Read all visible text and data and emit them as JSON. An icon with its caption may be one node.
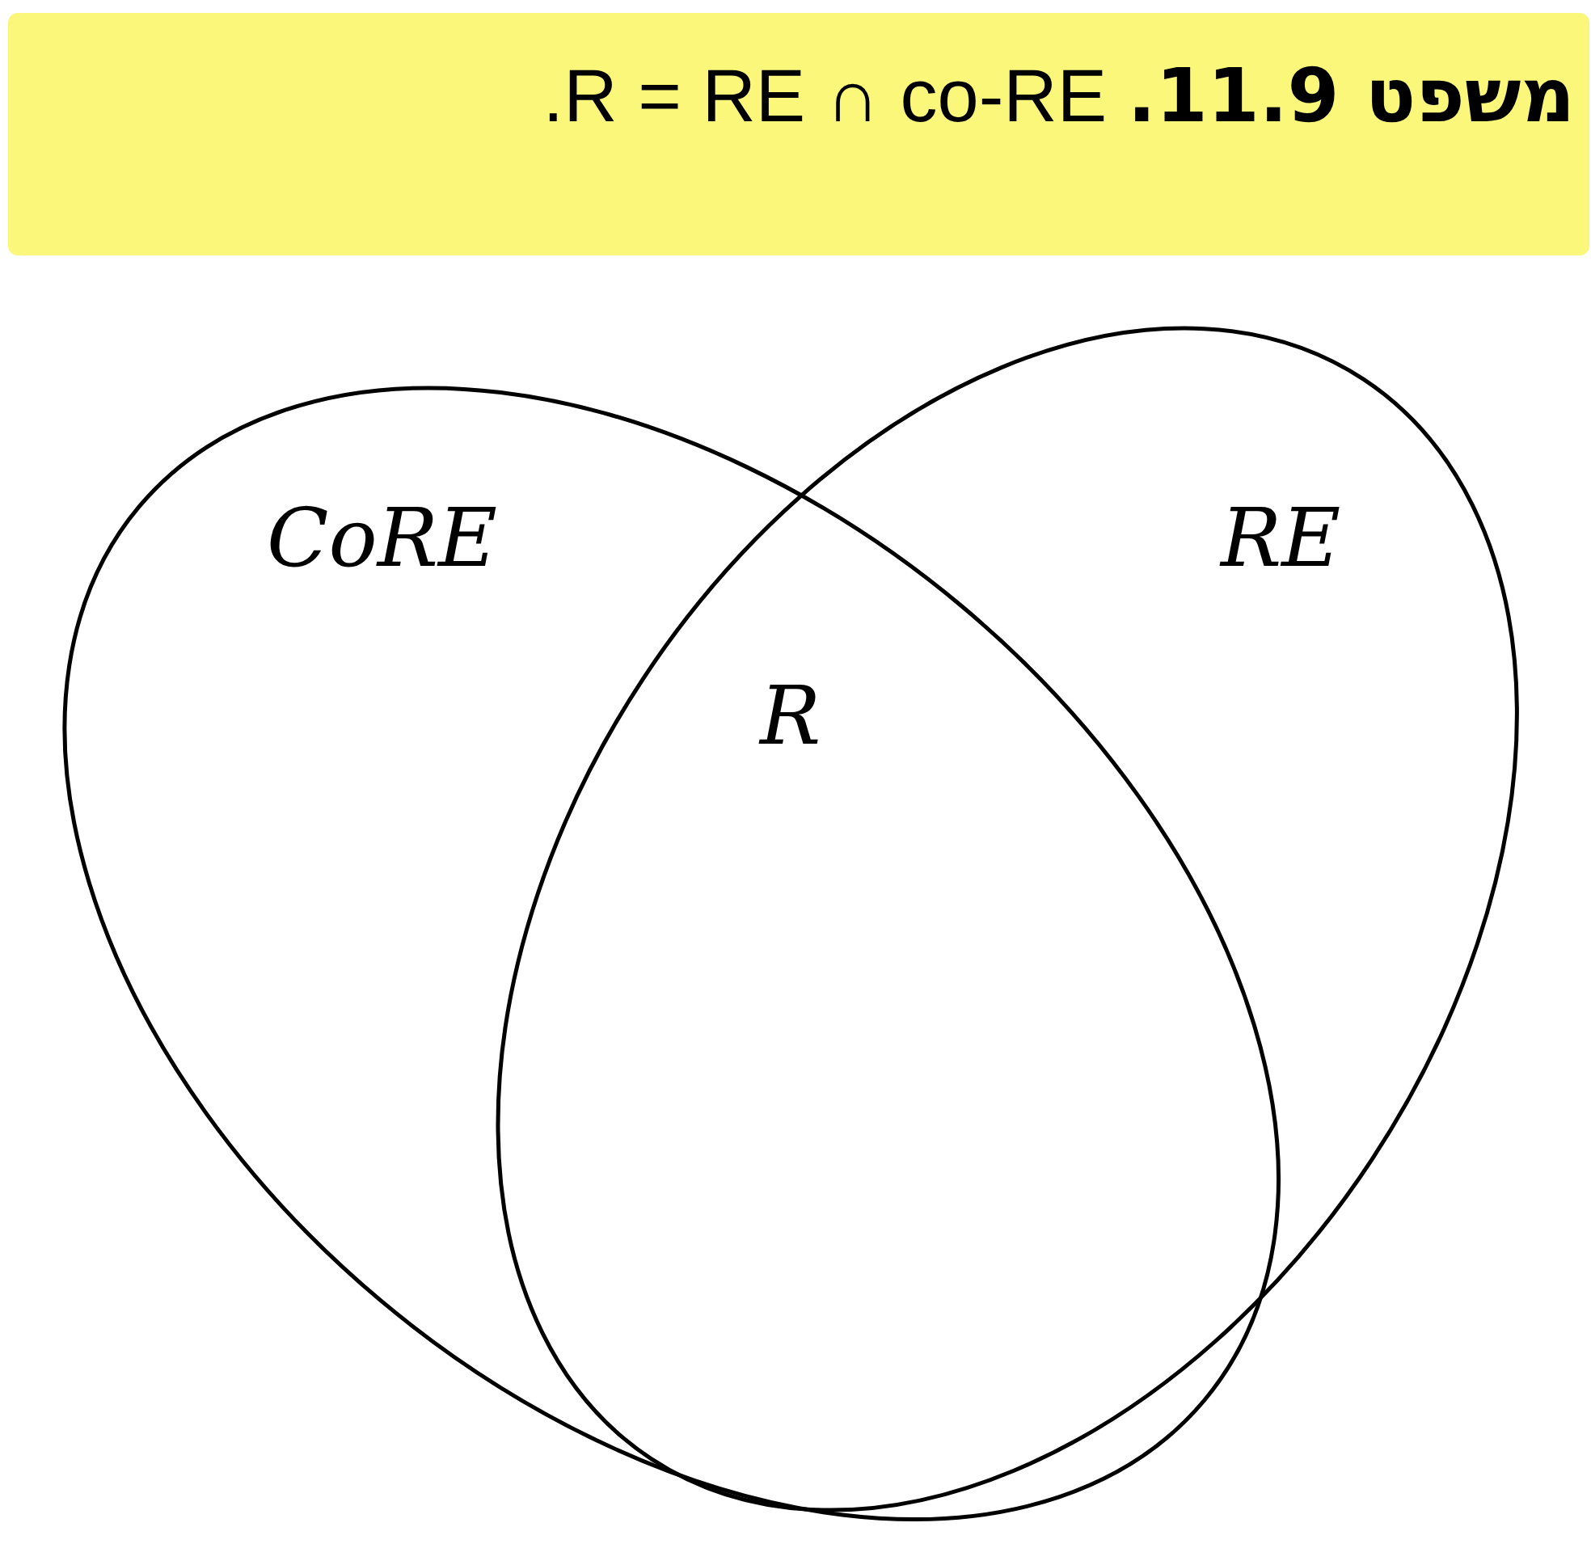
{
  "diagram": {
    "title": "**משפט 11.9.** R = RE ∩ co-RE.",
    "nodes": [
      {
        "text": [
          "CoRE"
        ]
      },
      {
        "text": [
          "RE"
        ]
      }
    ],
    "labels": [
      "R"
    ]
  }
}
